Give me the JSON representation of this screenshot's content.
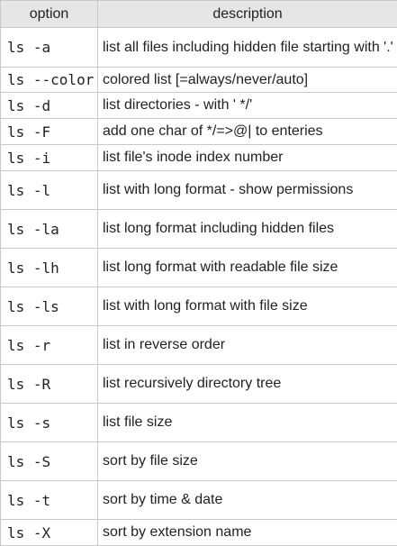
{
  "header": {
    "option": "option",
    "description": "description"
  },
  "rows": [
    {
      "option": "ls -a",
      "description": "list all files including hidden file starting with '.'"
    },
    {
      "option": "ls --color",
      "description": "colored list [=always/never/auto]"
    },
    {
      "option": "ls -d",
      "description": "list directories - with ' */'"
    },
    {
      "option": "ls -F",
      "description": "add one char of */=>@| to enteries"
    },
    {
      "option": "ls -i",
      "description": "list file's inode index number"
    },
    {
      "option": "ls -l",
      "description": "list with long format - show permissions"
    },
    {
      "option": "ls -la",
      "description": "list long format including hidden files"
    },
    {
      "option": "ls -lh",
      "description": "list long format with readable file size"
    },
    {
      "option": "ls -ls",
      "description": "list with long format with file size"
    },
    {
      "option": "ls -r",
      "description": "list in reverse order"
    },
    {
      "option": "ls -R",
      "description": "list recursively directory tree"
    },
    {
      "option": "ls -s",
      "description": "list file size"
    },
    {
      "option": "ls -S",
      "description": "sort by file size"
    },
    {
      "option": "ls -t",
      "description": "sort by time & date"
    },
    {
      "option": "ls -X",
      "description": "sort by extension name"
    }
  ]
}
